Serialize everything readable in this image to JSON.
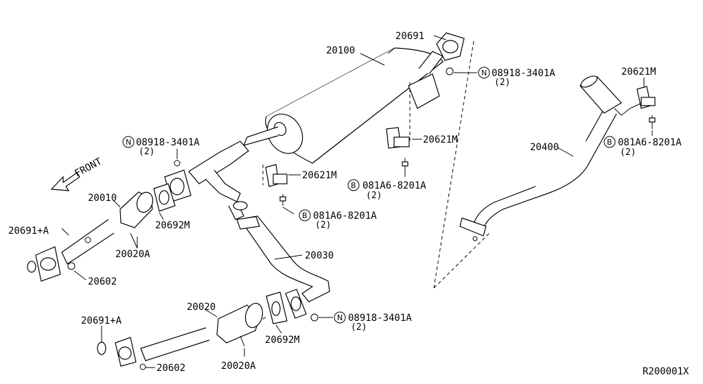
{
  "front": "FRONT",
  "ref_code": "R200001X",
  "callouts": {
    "p20691_top": "20691",
    "p20100": "20100",
    "n_top": "08918-3401A",
    "n_top_qty": "(2)",
    "n_top_sym": "N",
    "p20621m_right": "20621M",
    "b_right": "081A6-8201A",
    "b_right_qty": "(2)",
    "b_right_sym": "B",
    "p20400": "20400",
    "p20621m_mid": "20621M",
    "b_mid": "081A6-8201A",
    "b_mid_qty": "(2)",
    "b_mid_sym": "B",
    "p20621m_left": "20621M",
    "b_left": "081A6-8201A",
    "b_left_qty": "(2)",
    "b_left_sym": "B",
    "n_left": "08918-3401A",
    "n_left_qty": "(2)",
    "n_left_sym": "N",
    "p20010": "20010",
    "p20692m_top": "20692M",
    "p20691a_top": "20691+A",
    "p20020a_top": "20020A",
    "p20602_top": "20602",
    "p20030": "20030",
    "p20020": "20020",
    "n_bottom": "08918-3401A",
    "n_bottom_qty": "(2)",
    "n_bottom_sym": "N",
    "p20691a_bottom": "20691+A",
    "p20692m_bottom": "20692M",
    "p20602_bottom": "20602",
    "p20020a_bottom": "20020A"
  }
}
